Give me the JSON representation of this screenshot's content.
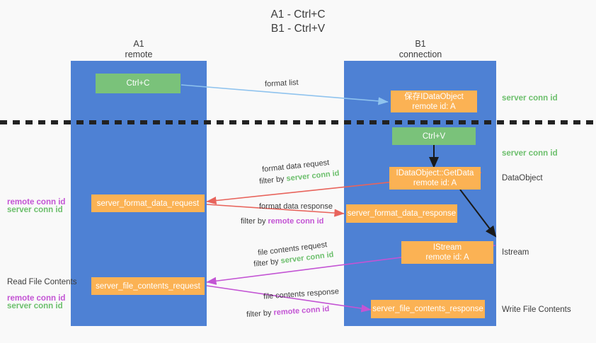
{
  "title": {
    "line1": "A1 - Ctrl+C",
    "line2": "B1 - Ctrl+V"
  },
  "columns": {
    "a1": {
      "name": "A1",
      "sub": "remote"
    },
    "b1": {
      "name": "B1",
      "sub": "connection"
    }
  },
  "nodes": {
    "ctrl_c": {
      "line1": "Ctrl+C",
      "line2": ""
    },
    "ctrl_v": {
      "line1": "Ctrl+V",
      "line2": ""
    },
    "save_idataobject": {
      "line1": "保存IDataObject",
      "line2": "remote id: A"
    },
    "idataobject_getdata": {
      "line1": "IDataObject::GetData",
      "line2": "remote id: A"
    },
    "istream": {
      "line1": "IStream",
      "line2": "remote id: A"
    },
    "server_format_data_request": {
      "line1": "server_format_data_request",
      "line2": ""
    },
    "server_format_data_response": {
      "line1": "server_format_data_response",
      "line2": ""
    },
    "server_file_contents_request": {
      "line1": "server_file_contents_request",
      "line2": ""
    },
    "server_file_contents_response": {
      "line1": "server_file_contents_response",
      "line2": ""
    }
  },
  "right_labels": {
    "server_conn_id_top": "server conn id",
    "server_conn_id_mid": "server conn id",
    "dataobject": "DataObject",
    "istream": "Istream",
    "write_file_contents": "Write File Contents"
  },
  "left_labels": {
    "remote_conn_id_1": "remote conn id",
    "server_conn_id_1": "server conn id",
    "read_file_contents": "Read File Contents",
    "remote_conn_id_2": "remote conn id",
    "server_conn_id_2": "server conn id"
  },
  "edge_labels": {
    "format_list": "format list",
    "format_data_request": "format data request",
    "format_data_request_filter_prefix": "filter by ",
    "format_data_request_filter_value": "server conn id",
    "format_data_response": "format data response",
    "format_data_response_filter_prefix": "filter by ",
    "format_data_response_filter_value": "remote conn id",
    "file_contents_request": "file contents request",
    "file_contents_request_filter_prefix": "filter by ",
    "file_contents_request_filter_value": "server conn id",
    "file_contents_response": "file contents response",
    "file_contents_response_filter_prefix": "filter by ",
    "file_contents_response_filter_value": "remote conn id"
  },
  "colors": {
    "column_blue": "#4e81d4",
    "node_orange": "#fbb254",
    "node_green": "#7ac27a",
    "text_green": "#6cbf6c",
    "text_purple": "#c354d4",
    "arrow_light_blue": "#a8cdf0",
    "arrow_red": "#e8645c",
    "arrow_magenta": "#c354d4",
    "arrow_black": "#1a1a1a",
    "background": "#f9f9f9"
  }
}
